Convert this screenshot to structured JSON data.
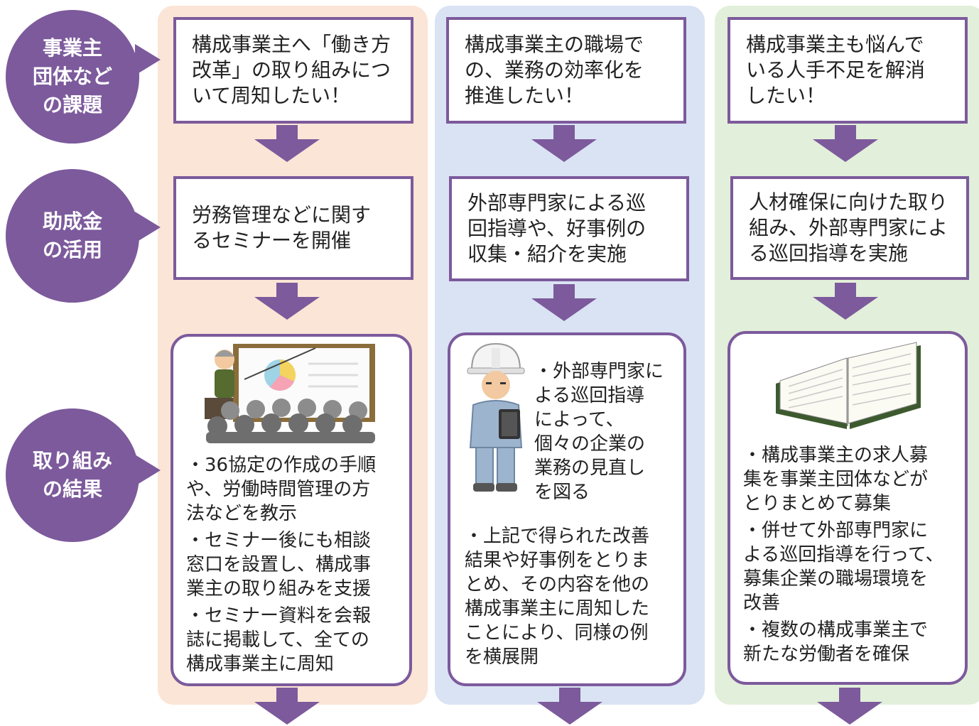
{
  "row_labels": [
    "事業主\n団体など\nの課題",
    "助成金\nの活用",
    "取り組み\nの結果"
  ],
  "columns": [
    {
      "issue": "構成事業主へ「働き方\n改革」の取り組みにつ\nいて周知したい！",
      "action": "労務管理などに関す\nるセミナーを開催",
      "results": [
        "・36協定の作成の手順\nや、労働時間管理の方\n法などを教示",
        "・セミナー後にも相談\n窓口を設置し、構成事\n業主の取り組みを支援",
        "・セミナー資料を会報\n誌に掲載して、全ての\n構成事業主に周知"
      ]
    },
    {
      "issue": "構成事業主の職場で\nの、業務の効率化を\n推進したい！",
      "action": "外部専門家による巡\n回指導や、好事例の\n収集・紹介を実施",
      "results": [
        "・外部専門家に\nよる巡回指導\nによって、\n個々の企業の\n業務の見直し\nを図る",
        "・上記で得られた改善\n結果や好事例をとりま\nとめ、その内容を他の\n構成事業主に周知した\nことにより、同様の例\nを横展開"
      ]
    },
    {
      "issue": "構成事業主も悩んで\nいる人手不足を解消\nしたい！",
      "action": "人材確保に向けた取り\n組み、外部専門家によ\nる巡回指導を実施",
      "results": [
        "・構成事業主の求人募\n集を事業主団体などが\nとりまとめて募集",
        "・併せて外部専門家に\nよる巡回指導を行って、\n募集企業の職場環境を\n改善",
        "・複数の構成事業主で\n新たな労働者を確保"
      ]
    }
  ],
  "colors": {
    "accent": "#7c5a9c",
    "column1_bg": "#fbe5d6",
    "column2_bg": "#dae3f3",
    "column3_bg": "#e2efda"
  },
  "icons": [
    "seminar-illustration",
    "construction-worker-illustration",
    "open-notebook-illustration"
  ]
}
